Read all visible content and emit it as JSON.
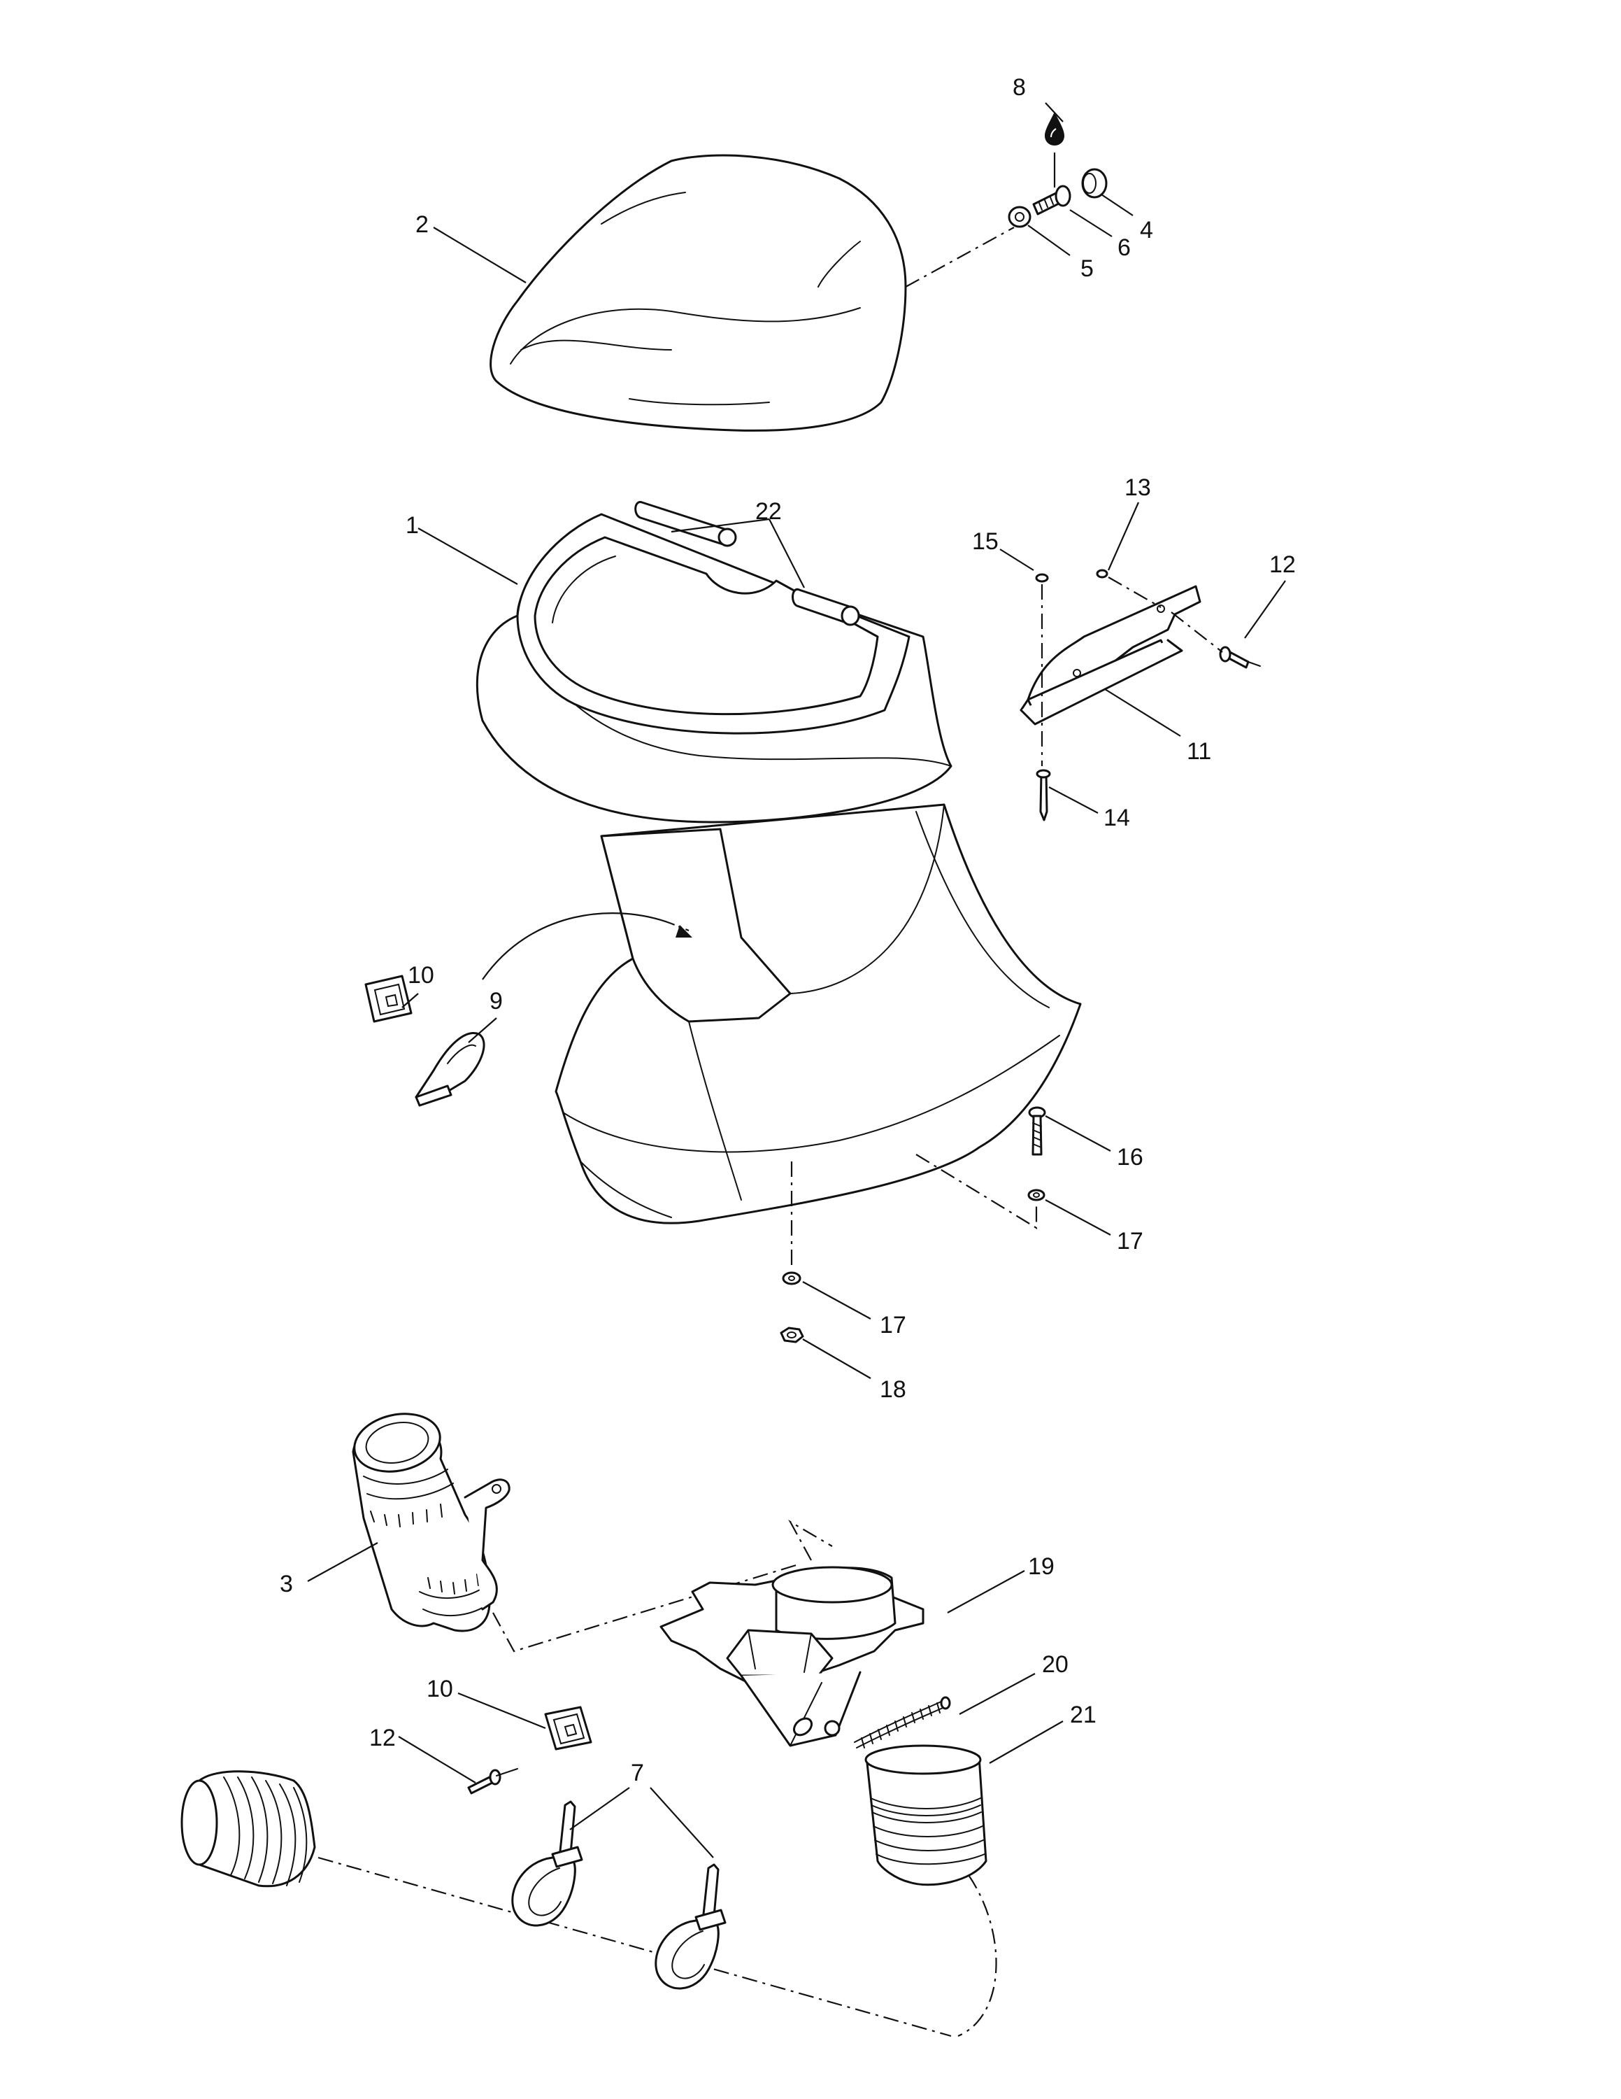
{
  "callouts": [
    {
      "id": "c1",
      "text": "1"
    },
    {
      "id": "c2",
      "text": "2"
    },
    {
      "id": "c3",
      "text": "3"
    },
    {
      "id": "c4",
      "text": "4"
    },
    {
      "id": "c5",
      "text": "5"
    },
    {
      "id": "c6",
      "text": "6"
    },
    {
      "id": "c7",
      "text": "7"
    },
    {
      "id": "c8",
      "text": "8"
    },
    {
      "id": "c9",
      "text": "9"
    },
    {
      "id": "c10a",
      "text": "10"
    },
    {
      "id": "c10b",
      "text": "10"
    },
    {
      "id": "c11",
      "text": "11"
    },
    {
      "id": "c12a",
      "text": "12"
    },
    {
      "id": "c12b",
      "text": "12"
    },
    {
      "id": "c13",
      "text": "13"
    },
    {
      "id": "c14",
      "text": "14"
    },
    {
      "id": "c15",
      "text": "15"
    },
    {
      "id": "c16",
      "text": "16"
    },
    {
      "id": "c17a",
      "text": "17"
    },
    {
      "id": "c17b",
      "text": "17"
    },
    {
      "id": "c18",
      "text": "18"
    },
    {
      "id": "c19",
      "text": "19"
    },
    {
      "id": "c20",
      "text": "20"
    },
    {
      "id": "c21",
      "text": "21"
    },
    {
      "id": "c22",
      "text": "22"
    }
  ]
}
